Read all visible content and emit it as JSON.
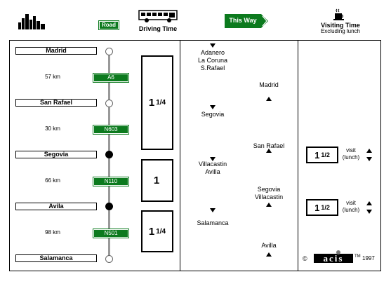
{
  "header": {
    "road_label": "Road",
    "driving_time_label": "Driving Time",
    "this_way_label": "This Way",
    "visiting_time_label": "Visiting Time",
    "excluding_lunch_label": "Excluding lunch"
  },
  "route": {
    "cities": [
      "Madrid",
      "San Rafael",
      "Segovia",
      "Avila",
      "Salamanca"
    ],
    "distances": [
      "57 km",
      "30 km",
      "66 km",
      "98 km"
    ],
    "roads": [
      "A6",
      "N603",
      "N110",
      "N501"
    ]
  },
  "driving_times": [
    {
      "whole": "1",
      "frac": "1/4"
    },
    {
      "whole": "1",
      "frac": ""
    },
    {
      "whole": "1",
      "frac": "1/4"
    }
  ],
  "middle_down": {
    "group1": [
      "Adanero",
      "La Coruna",
      "S.Rafael"
    ],
    "segovia": "Segovia",
    "group2": [
      "Villacastin",
      "Avilla"
    ],
    "salamanca": "Salamanca"
  },
  "middle_up": {
    "madrid": "Madrid",
    "san_rafael": "San Rafael",
    "group": [
      "Segovia",
      "Villacastin"
    ],
    "avilla": "Avilla"
  },
  "visits": [
    {
      "whole": "1",
      "frac": "1/2",
      "visit": "visit",
      "lunch": "(lunch)"
    },
    {
      "whole": "1",
      "frac": "1/2",
      "visit": "visit",
      "lunch": "(lunch)"
    }
  ],
  "footer": {
    "copyright": "©",
    "brand": "acis",
    "tm": "TM",
    "year": "1997"
  }
}
